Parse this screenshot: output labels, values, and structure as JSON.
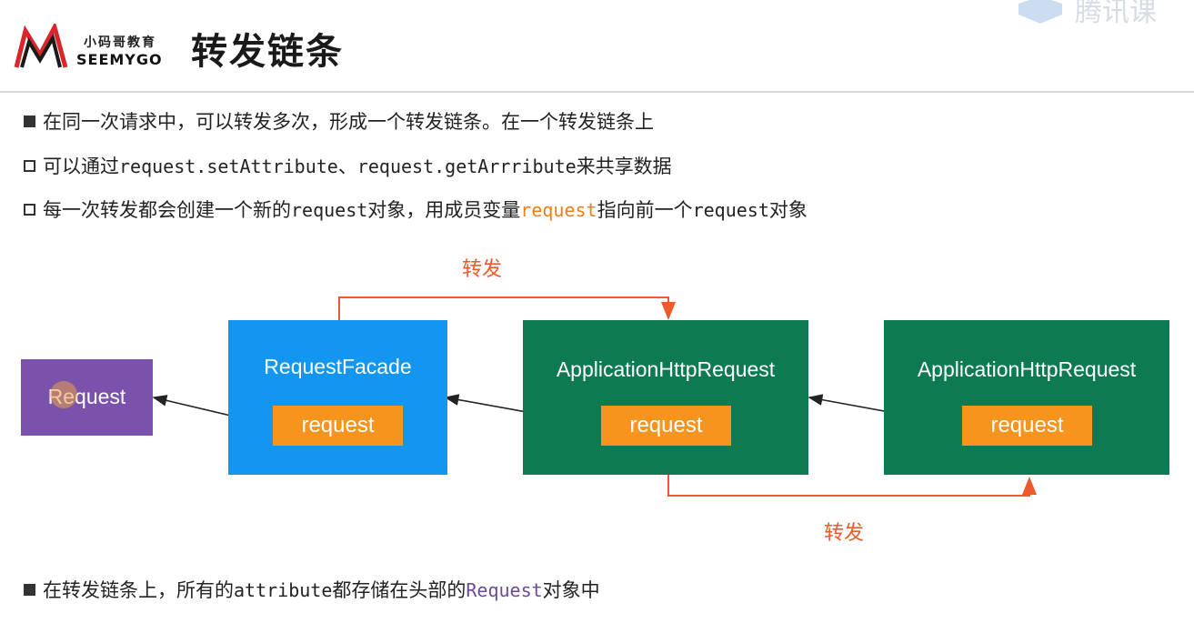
{
  "header": {
    "logo_cn": "小码哥教育",
    "logo_en": "SEEMYGO",
    "title": "转发链条",
    "watermark": "腾讯课"
  },
  "bullets": [
    {
      "marker": "filled",
      "parts": [
        "在同一次请求中，可以转发多次，形成一个转发链条。在一个转发链条上"
      ]
    },
    {
      "marker": "hollow",
      "parts": [
        "可以通过",
        "request.setAttribute",
        "、",
        "request.getArrribute",
        "来共享数据"
      ]
    },
    {
      "marker": "hollow",
      "parts": [
        "每一次转发都会创建一个新的",
        "request",
        "对象，用成员变量",
        "request",
        "指向前一个",
        "request",
        "对象"
      ]
    }
  ],
  "footer_bullet": {
    "marker": "filled",
    "parts": [
      "在转发链条上，所有的",
      "attribute",
      "都存储在头部的",
      "Request",
      "对象中"
    ]
  },
  "diagram": {
    "nodes": [
      {
        "id": "request",
        "title": "Request",
        "color": "#7b52ab"
      },
      {
        "id": "facade",
        "title": "RequestFacade",
        "field": "request",
        "color": "#1296f0"
      },
      {
        "id": "app1",
        "title": "ApplicationHttpRequest",
        "field": "request",
        "color": "#0e7a52"
      },
      {
        "id": "app2",
        "title": "ApplicationHttpRequest",
        "field": "request",
        "color": "#0e7a52"
      }
    ],
    "forward_label_top": "转发",
    "forward_label_bottom": "转发"
  },
  "colors": {
    "accent_orange": "#f7941d",
    "forward_red": "#ef5a2a",
    "highlight_orange": "#f07d18",
    "highlight_purple": "#6a4a9a"
  }
}
